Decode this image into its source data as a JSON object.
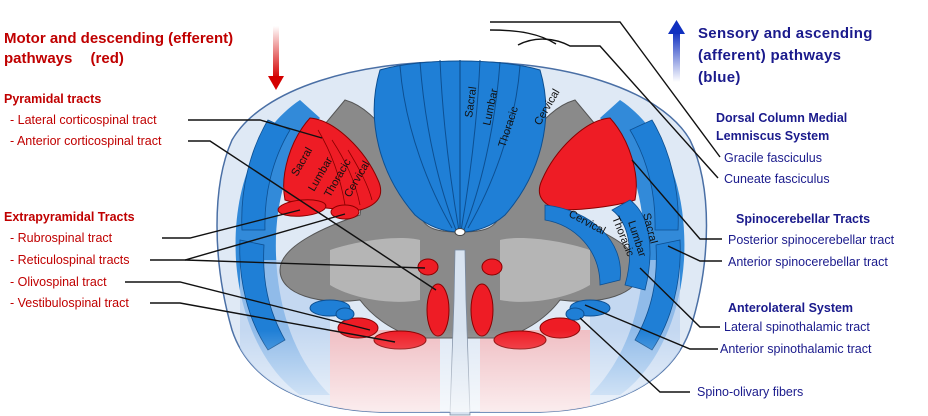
{
  "colors": {
    "motor": "#c00000",
    "sensory": "#1a1a8c",
    "tract_red": "#ee1c25",
    "tract_blue": "#1f7fd6",
    "grey_matter": "#8a8a8a",
    "white_matter": "#dfe9f5"
  },
  "motor_title": {
    "line1": "Motor and descending (efferent)",
    "line2": "pathways",
    "color_note": "(red)"
  },
  "sensory_title": {
    "line1": "Sensory and ascending",
    "line2": "(afferent) pathways",
    "line3": "(blue)"
  },
  "left_groups": {
    "pyramidal": {
      "heading": "Pyramidal tracts",
      "items": [
        "- Lateral corticospinal tract",
        "- Anterior corticospinal tract"
      ]
    },
    "extrapyramidal": {
      "heading": "Extrapyramidal Tracts",
      "items": [
        "- Rubrospinal tract",
        "- Reticulospinal tracts",
        "- Olivospinal tract",
        "- Vestibulospinal tract"
      ]
    }
  },
  "right_groups": {
    "dorsal_column": {
      "heading_line1": "Dorsal Column Medial",
      "heading_line2": "Lemniscus System",
      "items": [
        "Gracile fasciculus",
        "Cuneate fasciculus"
      ]
    },
    "spinocerebellar": {
      "heading": "Spinocerebellar Tracts",
      "items": [
        "Posterior spinocerebellar tract",
        "Anterior spinocerebellar tract"
      ]
    },
    "anterolateral": {
      "heading": "Anterolateral System",
      "items": [
        "Lateral spinothalamic tract",
        "Anterior spinothalamic tract"
      ]
    },
    "spino_olivary": "Spino-olivary fibers"
  },
  "segments": {
    "dorsal": [
      "Sacral",
      "Lumbar",
      "Thoracic",
      "Cervical"
    ],
    "lateral_corticospinal": [
      "Sacral",
      "Lumbar",
      "Thoracic",
      "Cervical"
    ],
    "spinothalamic": [
      "Cervical",
      "Thoracic",
      "Lumbar",
      "Sacral"
    ]
  }
}
